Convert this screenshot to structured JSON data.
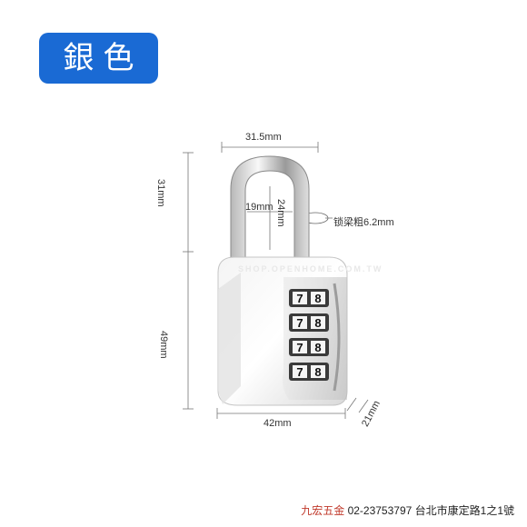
{
  "badge": {
    "label": "銀色"
  },
  "dimensions": {
    "shackle_width": "31.5mm",
    "inner_width": "19mm",
    "inner_height": "24mm",
    "shackle_height": "31mm",
    "body_height": "49mm",
    "body_width": "42mm",
    "depth": "21mm",
    "shackle_thickness": "锁梁粗6.2mm"
  },
  "lock": {
    "dials": [
      {
        "left": "7",
        "right": "8"
      },
      {
        "left": "7",
        "right": "8"
      },
      {
        "left": "7",
        "right": "8"
      },
      {
        "left": "7",
        "right": "8"
      }
    ]
  },
  "watermark": "SHOP.OPENHOME.COM.TW",
  "footer": {
    "brand": "九宏五金",
    "phone": "02-23753797",
    "address": "台北市康定路1之1號"
  },
  "colors": {
    "badge_bg": "#1a6ad4",
    "brand_red": "#c0392b"
  }
}
